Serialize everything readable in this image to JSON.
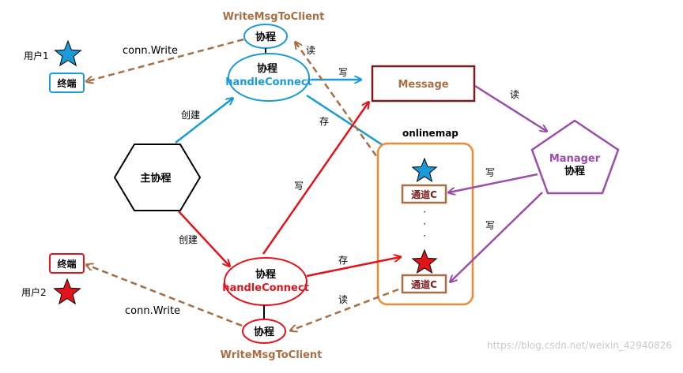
{
  "colors": {
    "blue": "#1a9ad6",
    "red": "#e0151b",
    "brown": "#a86f45",
    "maroon": "#7b1a1a",
    "purple": "#9c4dab",
    "orange": "#ee8a32",
    "black": "#000000",
    "watermark": "#c9c9c9"
  },
  "labels": {
    "write_msg_to_client": "WriteMsgToClient",
    "coroutine": "协程",
    "handle_connect": "handleConnect",
    "conn_write": "conn.Write",
    "user1": "用户1",
    "user2": "用户2",
    "terminal": "终端",
    "main_coroutine": "主协程",
    "create": "创建",
    "write": "写",
    "read": "读",
    "store": "存",
    "message": "Message",
    "onlinemap": "onlinemap",
    "channel": "通道C",
    "ellipsis_dot": "·",
    "manager": "Manager",
    "watermark": "https://blog.csdn.net/weixin_42940826"
  }
}
